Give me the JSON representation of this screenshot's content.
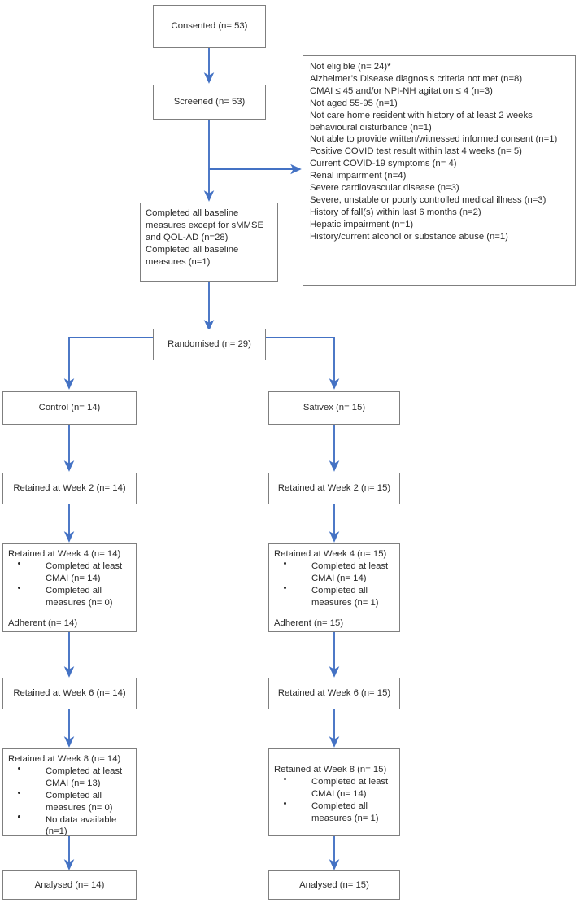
{
  "figure": {
    "type": "consort-flow-diagram",
    "accent_color": "#4472C4",
    "border_color": "#7f7f7f",
    "text_color": "#2b2b2b"
  },
  "nodes": {
    "consented": {
      "label": "Consented (n= 53)"
    },
    "screened": {
      "label": "Screened (n= 53)"
    },
    "exclusions": {
      "lines": [
        "Not eligible (n= 24)*",
        "Alzheimer’s Disease diagnosis criteria not met (n=8)",
        "CMAI ≤ 45 and/or NPI-NH agitation ≤ 4 (n=3)",
        "Not aged 55-95 (n=1)",
        "Not care home resident with history of at least 2 weeks behavioural disturbance (n=1)",
        "Not able to provide written/witnessed informed consent (n=1)",
        "Positive COVID test result within last 4 weeks (n= 5)",
        "Current COVID-19 symptoms (n= 4)",
        "Renal impairment (n=4)",
        "Severe cardiovascular disease (n=3)",
        "Severe, unstable or poorly controlled medical illness (n=3)",
        "History of fall(s) within last 6 months (n=2)",
        "Hepatic impairment (n=1)",
        "History/current alcohol or substance abuse (n=1)"
      ]
    },
    "baseline": {
      "lines": [
        "Completed all baseline measures except for sMMSE and QOL-AD (n=28)",
        "Completed all baseline measures (n=1)"
      ]
    },
    "randomised": {
      "label": "Randomised (n= 29)"
    },
    "control_arm": {
      "label": "Control (n= 14)"
    },
    "sativex_arm": {
      "label": "Sativex (n= 15)"
    },
    "control_week2": {
      "label": "Retained at Week 2 (n= 14)"
    },
    "sativex_week2": {
      "label": "Retained at Week 2 (n= 15)"
    },
    "control_week4": {
      "header": "Retained at Week 4 (n= 14)",
      "bullets": [
        "Completed at least CMAI (n= 14)",
        "Completed all measures (n= 0)"
      ],
      "footer": "Adherent (n= 14)"
    },
    "sativex_week4": {
      "header": "Retained at Week 4 (n= 15)",
      "bullets": [
        "Completed at least CMAI (n= 14)",
        "Completed all measures (n= 1)"
      ],
      "footer": "Adherent (n= 15)"
    },
    "control_week6": {
      "label": "Retained at Week 6 (n= 14)"
    },
    "sativex_week6": {
      "label": "Retained at Week 6 (n= 15)"
    },
    "control_week8": {
      "header": "Retained at Week 8 (n= 14)",
      "bullets": [
        "Completed at least CMAI (n= 13)",
        "Completed all measures (n= 0)",
        "No data available (n=1)"
      ]
    },
    "sativex_week8": {
      "header": "Retained at Week 8 (n= 15)",
      "bullets": [
        "Completed at least CMAI (n= 14)",
        "Completed all measures (n= 1)"
      ]
    },
    "control_analysed": {
      "label": "Analysed (n= 14)"
    },
    "sativex_analysed": {
      "label": "Analysed (n= 15)"
    }
  }
}
